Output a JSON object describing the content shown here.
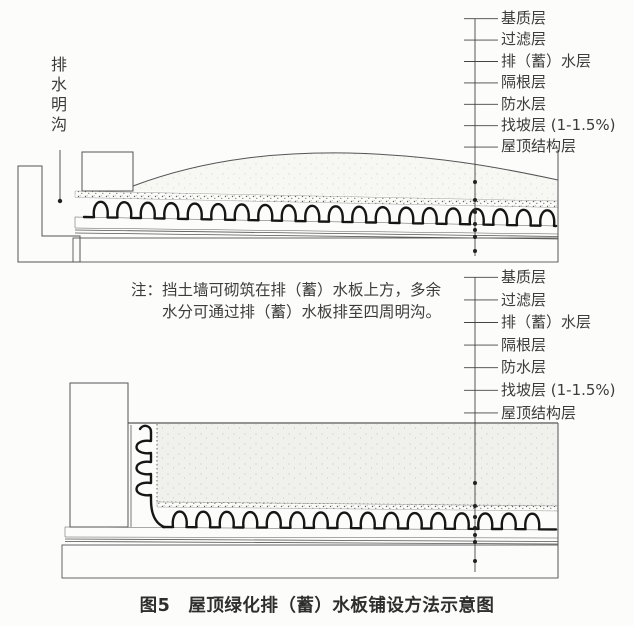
{
  "caption": "图5　屋顶绿化排（蓄）水板铺设方法示意图",
  "note": {
    "line1": "注：挡土墙可砌筑在排（蓄）水板上方，多余",
    "line2": "水分可通过排（蓄）水板排至四周明沟。"
  },
  "drain_label": "排水明沟",
  "top_layer_labels": [
    "基质层",
    "过滤层",
    "排（蓄）水层",
    "隔根层",
    "防水层",
    "找坡层 (1-1.5%)",
    "屋顶结构层"
  ],
  "bottom_layer_labels": [
    "基质层",
    "过滤层",
    "排（蓄）水层",
    "隔根层",
    "防水层",
    "找坡层 (1-1.5%)",
    "屋顶结构层"
  ],
  "colors": {
    "line": "#555555",
    "wave": "#161616",
    "text": "#3c3c3c",
    "paper": "#fcfcfa"
  }
}
